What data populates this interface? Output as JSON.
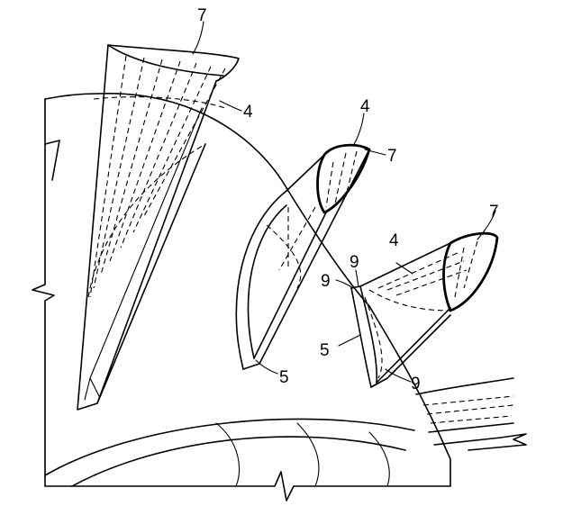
{
  "figure": {
    "labels": [
      {
        "id": "label-7-a",
        "text": "7"
      },
      {
        "id": "label-4-a",
        "text": "4"
      },
      {
        "id": "label-4-b",
        "text": "4"
      },
      {
        "id": "label-7-b",
        "text": "7"
      },
      {
        "id": "label-7-c",
        "text": "7"
      },
      {
        "id": "label-4-c",
        "text": "4"
      },
      {
        "id": "label-9-a",
        "text": "9"
      },
      {
        "id": "label-9-b",
        "text": "9"
      },
      {
        "id": "label-5-a",
        "text": "5"
      },
      {
        "id": "label-5-b",
        "text": "5"
      },
      {
        "id": "label-9-c",
        "text": "9"
      }
    ]
  }
}
